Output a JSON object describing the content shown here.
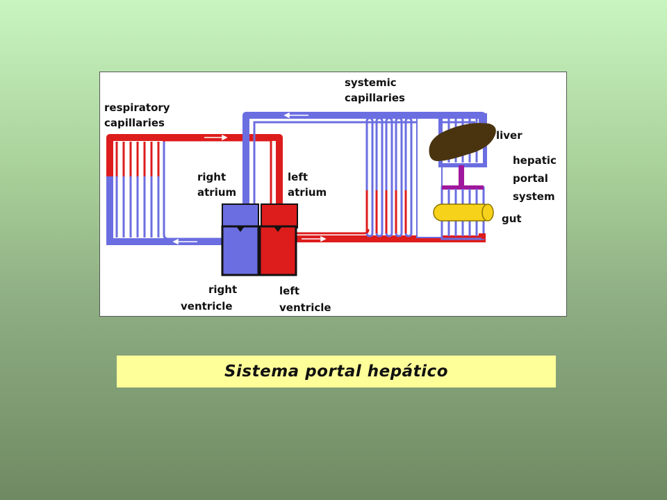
{
  "diagram": {
    "labels": {
      "respiratory_1": "respiratory",
      "respiratory_2": "capillaries",
      "systemic_1": "systemic",
      "systemic_2": "capillaries",
      "liver": "liver",
      "hepatic_1": "hepatic",
      "hepatic_2": "portal",
      "hepatic_3": "system",
      "gut": "gut",
      "right_atrium_1": "right",
      "right_atrium_2": "atrium",
      "left_atrium_1": "left",
      "left_atrium_2": "atrium",
      "right_ventricle_1": "right",
      "right_ventricle_2": "ventricle",
      "left_ventricle_1": "left",
      "left_ventricle_2": "ventricle"
    },
    "colors": {
      "oxygenated": "#dd1c1c",
      "deoxygenated": "#6b6ee0",
      "liver": "#4a3410",
      "gut": "#f7d21a",
      "portal": "#a0189c"
    }
  },
  "caption": "Sistema portal hepático"
}
